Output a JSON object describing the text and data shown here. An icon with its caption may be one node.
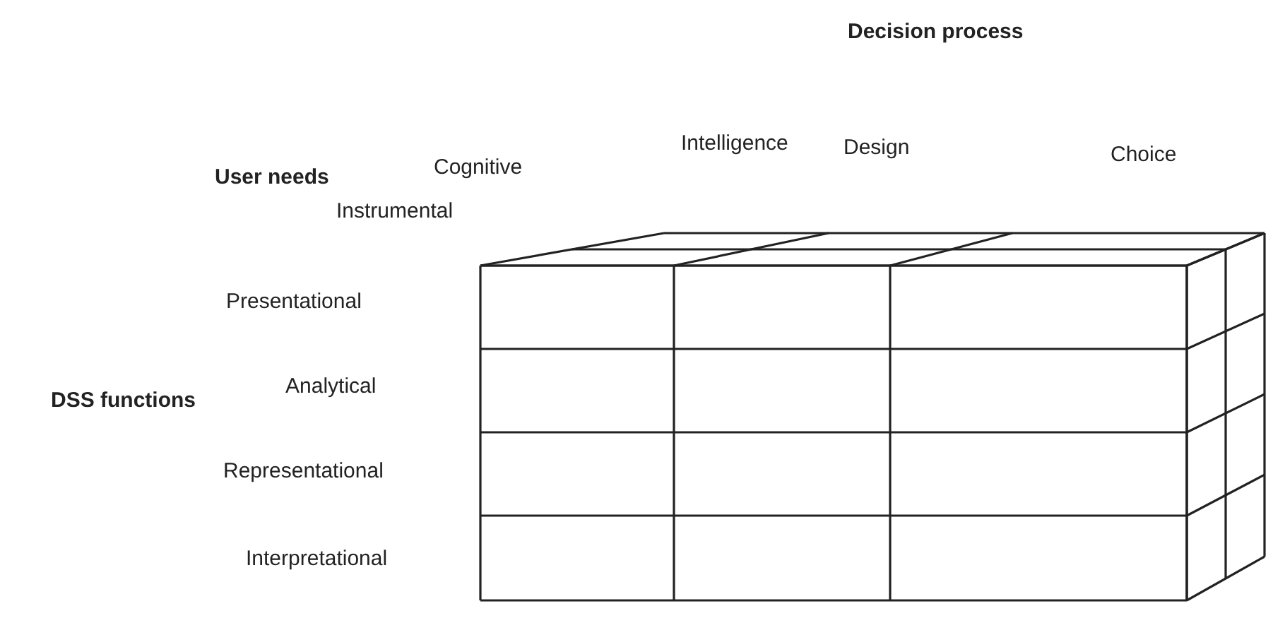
{
  "diagram": {
    "labels": [
      "Decision process",
      "User needs",
      "Cognitive",
      "Intelligence",
      "Design",
      "Choice",
      "Instrumental",
      "Presentational",
      "Analytical",
      "DSS functions",
      "Representational",
      "Interpretational"
    ]
  }
}
